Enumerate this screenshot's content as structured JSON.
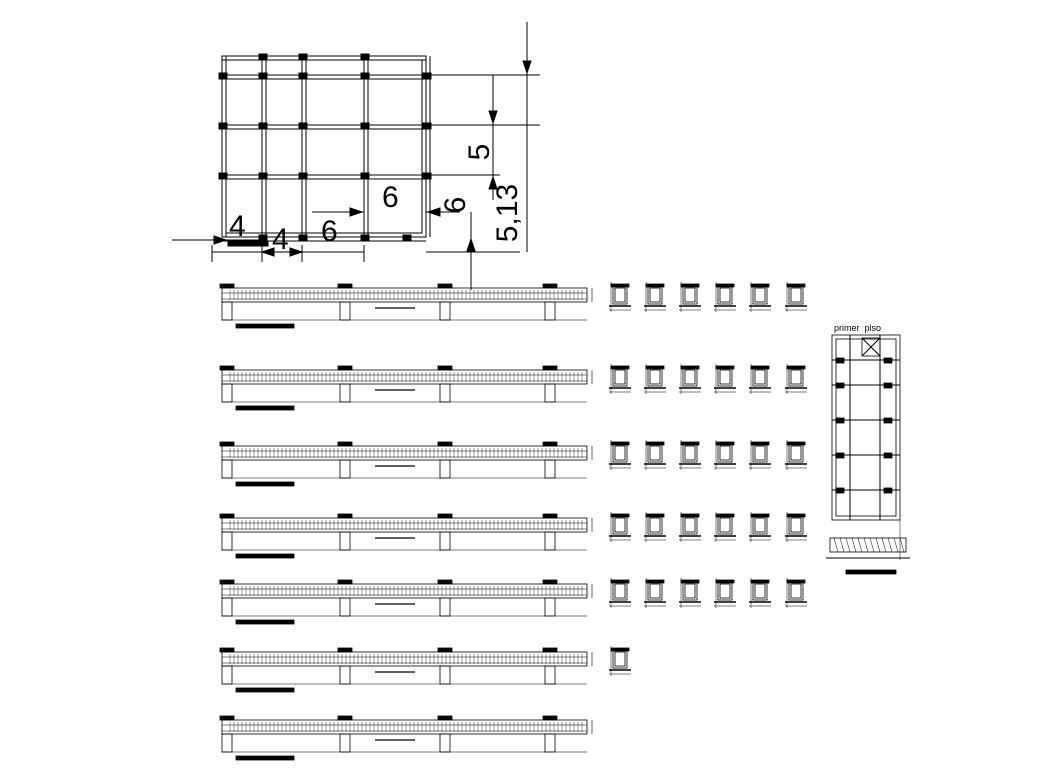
{
  "plan": {
    "dimension_labels": [
      "4",
      "4",
      "6",
      "6",
      "6",
      "5",
      "5,13"
    ]
  },
  "column_detail": {
    "title": "primer  piso"
  },
  "beams": {
    "row_count": 7,
    "section_counts": [
      6,
      6,
      6,
      6,
      6,
      1,
      0
    ]
  },
  "colors": {
    "line": "#000000",
    "background": "#ffffff"
  }
}
